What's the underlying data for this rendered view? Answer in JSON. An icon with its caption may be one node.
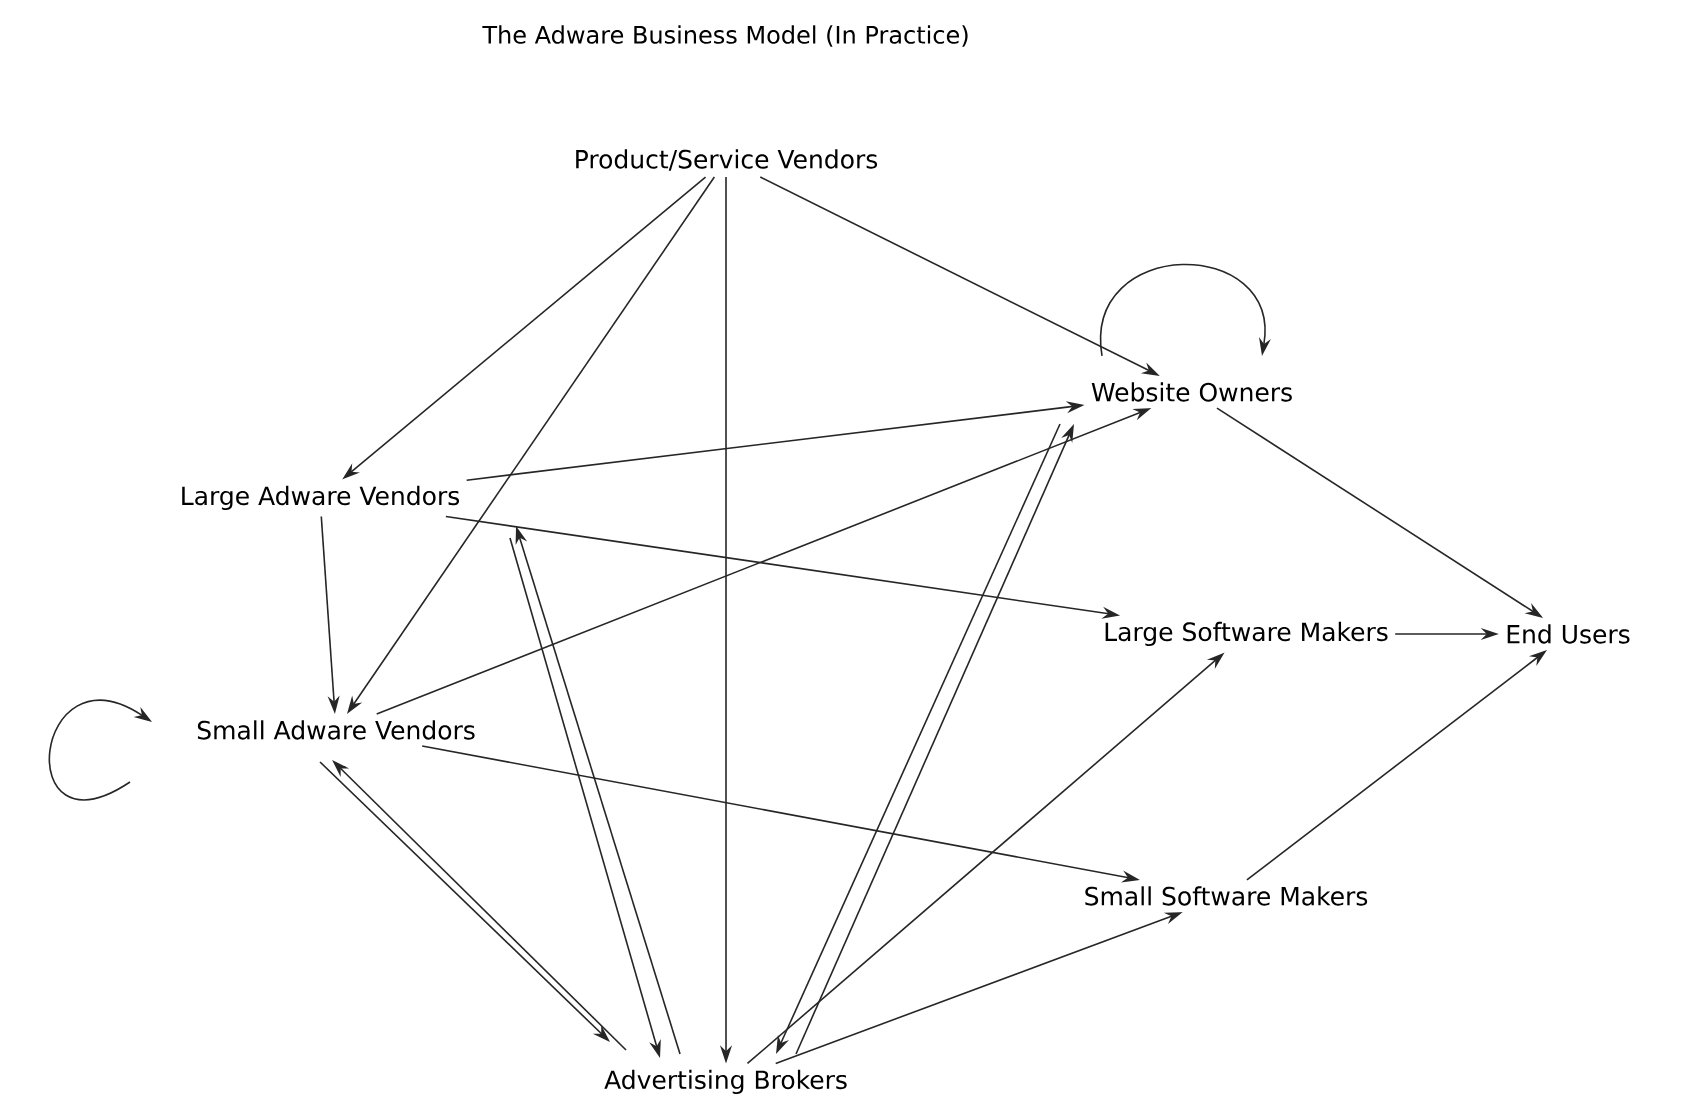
{
  "diagram": {
    "title": "The Adware Business Model (In Practice)",
    "nodes": [
      {
        "text": [
          "Product/Service Vendors"
        ]
      },
      {
        "text": [
          "Website Owners"
        ]
      },
      {
        "text": [
          "Large Adware Vendors"
        ]
      },
      {
        "text": [
          "Large Software Makers"
        ]
      },
      {
        "text": [
          "End Users"
        ]
      },
      {
        "text": [
          "Small Adware Vendors"
        ]
      },
      {
        "text": [
          "Small Software Makers"
        ]
      },
      {
        "text": [
          "Advertising Brokers"
        ]
      }
    ],
    "edges": [
      {
        "from": 0,
        "to": 2,
        "arrow": "to"
      },
      {
        "from": 0,
        "to": 5,
        "arrow": "to"
      },
      {
        "from": 0,
        "to": 7,
        "arrow": "to"
      },
      {
        "from": 0,
        "to": 1,
        "arrow": "to"
      },
      {
        "from": 1,
        "to": 1,
        "arrow": "to"
      },
      {
        "from": 1,
        "to": 4,
        "arrow": "to"
      },
      {
        "from": 2,
        "to": 1,
        "arrow": "to"
      },
      {
        "from": 2,
        "to": 3,
        "arrow": "to"
      },
      {
        "from": 2,
        "to": 5,
        "arrow": "to"
      },
      {
        "from": 2,
        "to": 7,
        "arrow": "to"
      },
      {
        "from": 7,
        "to": 2,
        "arrow": "to"
      },
      {
        "from": 5,
        "to": 5,
        "arrow": "to"
      },
      {
        "from": 5,
        "to": 1,
        "arrow": "to"
      },
      {
        "from": 5,
        "to": 6,
        "arrow": "to"
      },
      {
        "from": 5,
        "to": 7,
        "arrow": "to"
      },
      {
        "from": 7,
        "to": 5,
        "arrow": "to"
      },
      {
        "from": 3,
        "to": 4,
        "arrow": "to"
      },
      {
        "from": 6,
        "to": 4,
        "arrow": "to"
      },
      {
        "from": 1,
        "to": 7,
        "arrow": "to"
      },
      {
        "from": 7,
        "to": 1,
        "arrow": "to"
      },
      {
        "from": 7,
        "to": 3,
        "arrow": "to"
      },
      {
        "from": 7,
        "to": 6,
        "arrow": "to"
      }
    ]
  }
}
